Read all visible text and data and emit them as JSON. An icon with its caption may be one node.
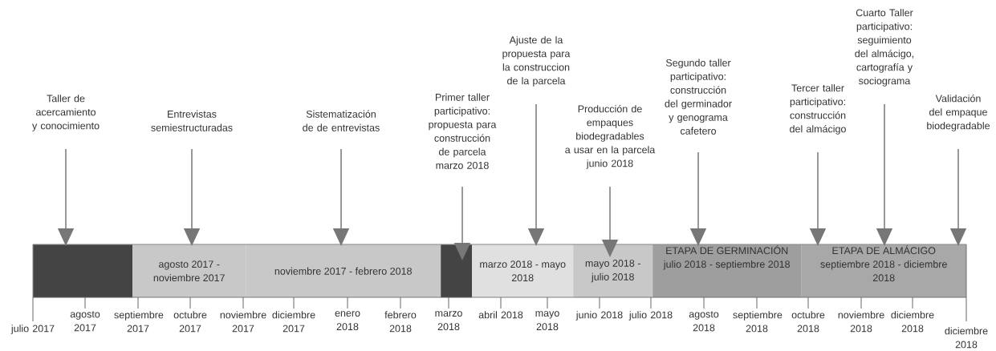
{
  "diagram": {
    "nodes": [
      {
        "text": [
          "Taller de acercamiento y conocimiento"
        ]
      },
      {
        "text": [
          "Entrevistas semiestructuradas"
        ]
      },
      {
        "text": [
          "Sistematización de de entrevistas"
        ]
      },
      {
        "text": [
          "Primer taller participativo: propuesta para construcción de parcela",
          "marzo 2018"
        ]
      },
      {
        "text": [
          "Ajuste de la propuesta para la construccion de la parcela"
        ]
      },
      {
        "text": [
          "Producción de empaques biodegradables a usar en la parcela",
          "junio 2018"
        ]
      },
      {
        "text": [
          "Segundo taller participativo: construcción del germinador y genograma cafetero"
        ]
      },
      {
        "text": [
          "Tercer taller participativo: construcción del almácigo"
        ]
      },
      {
        "text": [
          "Cuarto Taller participativo: seguimiento del almácigo, cartografía y sociograma"
        ]
      },
      {
        "text": [
          "Validación del empaque biodegradable"
        ]
      },
      {
        "text": [],
        "shape": "bar"
      },
      {
        "text": [
          "agosto 2017 - noviembre 2017"
        ]
      },
      {
        "text": [
          "noviembre 2017 - febrero 2018"
        ]
      },
      {
        "text": [],
        "shape": "bar"
      },
      {
        "text": [
          "marzo 2018 - mayo 2018"
        ]
      },
      {
        "text": [
          "mayo 2018 - julio 2018"
        ]
      },
      {
        "text": [
          "ETAPA DE GERMINACIÓN",
          "julio 2018 - septiembre 2018"
        ]
      },
      {
        "text": [
          "ETAPA DE ALMÁCIGO",
          "septiembre 2018 - diciembre 2018"
        ]
      }
    ],
    "edges": [
      {
        "from": 0,
        "to": 10,
        "arrow": "to"
      },
      {
        "from": 1,
        "to": 11,
        "arrow": "to"
      },
      {
        "from": 2,
        "to": 12,
        "arrow": "to"
      },
      {
        "from": 3,
        "to": 13,
        "arrow": "to"
      },
      {
        "from": 4,
        "to": 14,
        "arrow": "to"
      },
      {
        "from": 5,
        "to": 15,
        "arrow": "to"
      },
      {
        "from": 6,
        "to": 16,
        "arrow": "to"
      },
      {
        "from": 7,
        "to": 17,
        "arrow": "to"
      },
      {
        "from": 8,
        "to": 17,
        "arrow": "to"
      },
      {
        "from": 9,
        "to": 17,
        "arrow": "to"
      }
    ],
    "labels": [
      "julio 2017",
      "agosto 2017",
      "septiembre 2017",
      "octubre 2017",
      "noviembre 2017",
      "diciembre 2017",
      "enero 2018",
      "febrero 2018",
      "marzo 2018",
      "abril 2018",
      "mayo 2018",
      "junio 2018",
      "julio 2018",
      "agosto 2018",
      "septiembre 2018",
      "octubre 2018",
      "noviembre 2018",
      "diciembre 2018",
      "diciembre 2018"
    ]
  }
}
